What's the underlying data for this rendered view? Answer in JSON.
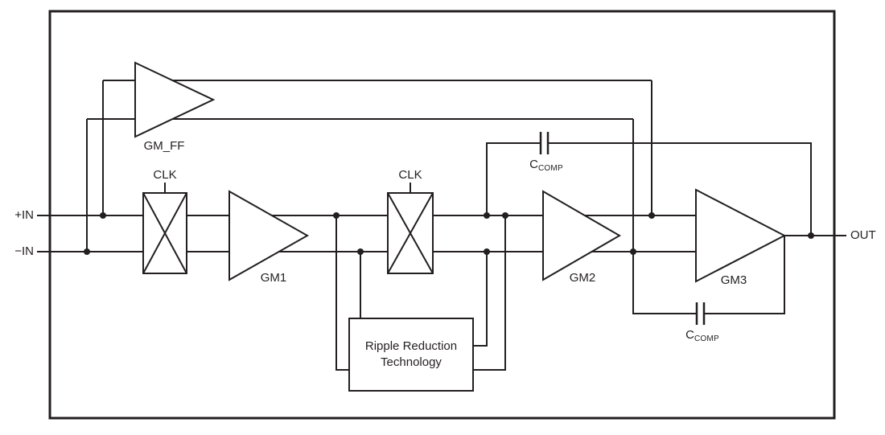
{
  "ports": {
    "in_positive": "+IN",
    "in_negative": "−IN",
    "output": "OUT"
  },
  "blocks": {
    "feedforward_amp": {
      "label": "GM_FF"
    },
    "input_chopper": {
      "clock": "CLK"
    },
    "gm1": {
      "label": "GM1"
    },
    "output_chopper": {
      "clock": "CLK"
    },
    "gm2": {
      "label": "GM2"
    },
    "gm3": {
      "label": "GM3"
    },
    "comp_cap_top": {
      "symbol": "C",
      "subscript": "COMP"
    },
    "comp_cap_bottom": {
      "symbol": "C",
      "subscript": "COMP"
    },
    "ripple_block": {
      "line1": "Ripple Reduction",
      "line2": "Technology"
    }
  },
  "colors": {
    "line": "#231f20",
    "background": "#ffffff"
  }
}
